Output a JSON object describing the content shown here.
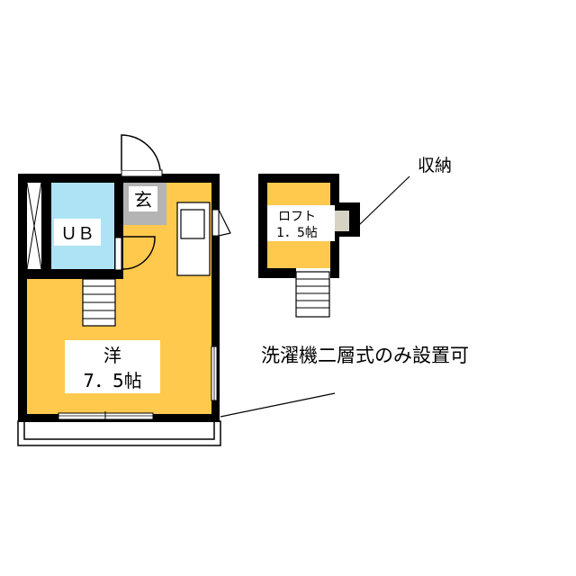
{
  "rooms": {
    "main_room": {
      "name": "洋",
      "size": "7．5帖"
    },
    "bath": {
      "name": "ＵＢ"
    },
    "entrance": {
      "name": "玄"
    },
    "loft": {
      "name": "ロフト",
      "size": "1．5帖"
    }
  },
  "annotations": {
    "storage": "収納",
    "washer_note": "洗濯機二層式のみ設置可"
  },
  "colors": {
    "room": "#FFC94D",
    "bath": "#ADE3F5",
    "entrance": "#B4B4B4",
    "storage": "#D6D2C4",
    "wall": "#000000"
  }
}
